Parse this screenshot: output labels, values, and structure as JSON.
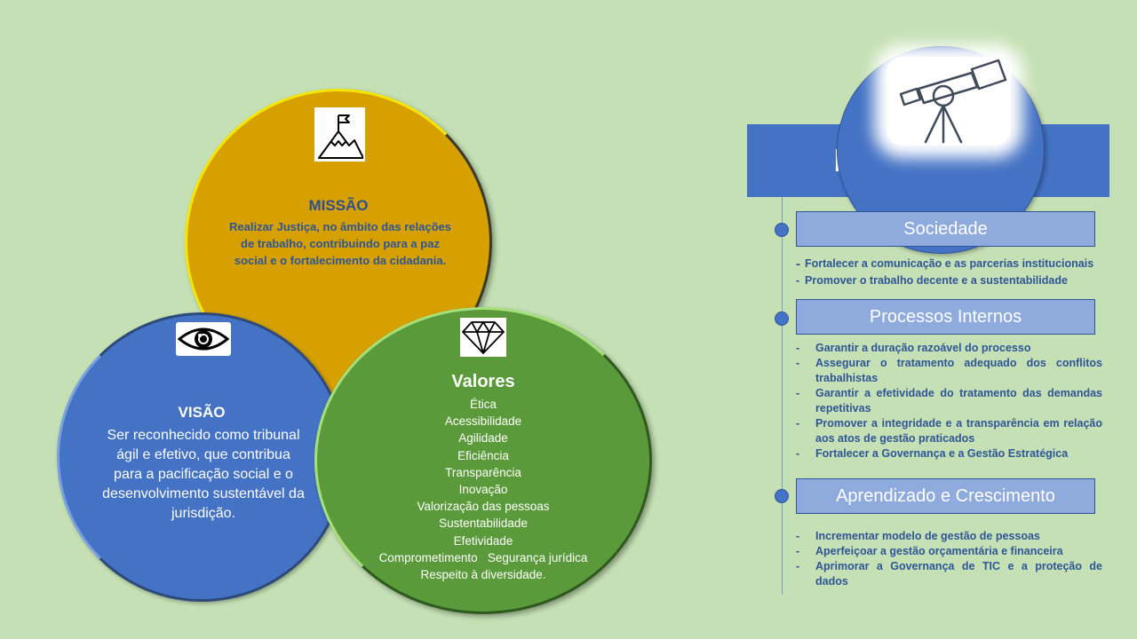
{
  "missao": {
    "title": "MISSÃO",
    "text": "Realizar Justiça, no âmbito das relações de trabalho, contribuindo para a paz social e o fortalecimento da cidadania.",
    "icon": "mountain-flag-icon"
  },
  "visao": {
    "title": "VISÃO",
    "text": "Ser reconhecido como tribunal ágil e efetivo, que contribua para a pacificação social e o desenvolvimento sustentável da jurisdição.",
    "icon": "eye-icon"
  },
  "valores": {
    "title": "Valores",
    "icon": "diamond-icon",
    "items": [
      "Ética",
      "Acessibilidade",
      "Agilidade",
      "Eficiência",
      "Transparência",
      "Inovação",
      "Valorização das pessoas",
      "Sustentabilidade",
      "Efetividade",
      "Comprometimento   Segurança jurídica",
      "Respeito à diversidade."
    ]
  },
  "header": {
    "visible_text": "F",
    "icon": "telescope-icon"
  },
  "sections": [
    {
      "title": "Sociedade",
      "items": [
        "Fortalecer a comunicação e as parcerias institucionais",
        "Promover o trabalho decente e a sustentabilidade"
      ]
    },
    {
      "title": "Processos Internos",
      "items": [
        "Garantir a duração razoável do processo",
        "Assegurar o tratamento adequado dos conflitos trabalhistas",
        "Garantir a efetividade do tratamento das demandas repetitivas",
        "Promover a integridade e a transparência em relação aos atos de gestão praticados",
        "Fortalecer a Governança e a Gestão Estratégica"
      ]
    },
    {
      "title": "Aprendizado e Crescimento",
      "items": [
        "Incrementar modelo de gestão de pessoas",
        "Aperfeiçoar a gestão orçamentária e financeira",
        "Aprimorar a Governança de TIC e a proteção de dados"
      ]
    }
  ],
  "colors": {
    "background": "#c5e0b4",
    "missao": "#d6a000",
    "visao": "#4472c4",
    "valores": "#5b9a3a",
    "section_box": "#8faadc",
    "text_blue": "#2f5597"
  }
}
